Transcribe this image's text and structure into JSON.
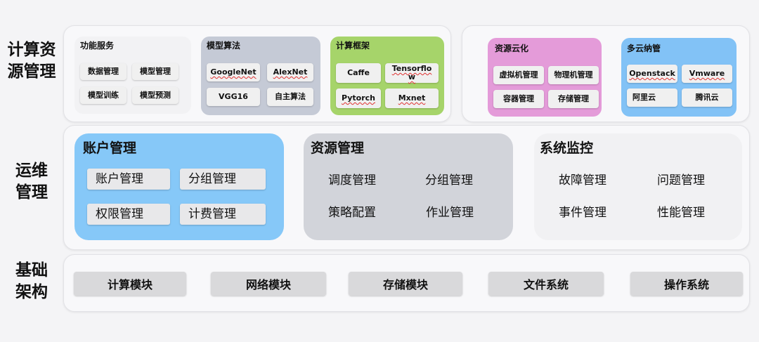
{
  "side_labels": {
    "compute": "计算资\n源管理",
    "ops": "运维\n管理",
    "infra": "基础\n架构"
  },
  "compute": {
    "func": {
      "title": "功能服务",
      "items": [
        "数据管理",
        "模型管理",
        "模型训练",
        "模型预测"
      ]
    },
    "algo": {
      "title": "模型算法",
      "items": [
        "GoogleNet",
        "AlexNet",
        "VGG16",
        "自主算法"
      ]
    },
    "framework": {
      "title": "计算框架",
      "items": [
        "Caffe",
        "Tensorflow",
        "Pytorch",
        "Mxnet"
      ]
    },
    "cloud": {
      "title": "资源云化",
      "items": [
        "虚拟机管理",
        "物理机管理",
        "容器管理",
        "存储管理"
      ]
    },
    "multicloud": {
      "title": "多云纳管",
      "items": [
        "Openstack",
        "Vmware",
        "阿里云",
        "腾讯云"
      ]
    }
  },
  "ops": {
    "account": {
      "title": "账户管理",
      "items": [
        "账户管理",
        "分组管理",
        "权限管理",
        "计费管理"
      ]
    },
    "resource": {
      "title": "资源管理",
      "items": [
        "调度管理",
        "分组管理",
        "策略配置",
        "作业管理"
      ]
    },
    "monitor": {
      "title": "系统监控",
      "items": [
        "故障管理",
        "问题管理",
        "事件管理",
        "性能管理"
      ]
    }
  },
  "infra": {
    "items": [
      "计算模块",
      "网络模块",
      "存储模块",
      "文件系统",
      "操作系统"
    ]
  },
  "colors": {
    "algo": "#c5cad6",
    "framework": "#a6d46a",
    "cloud": "#e49bd9",
    "multicloud": "#82c2f6",
    "account": "#86c8f8",
    "resource": "#d2d4da",
    "monitor": "#f1f1f3"
  }
}
